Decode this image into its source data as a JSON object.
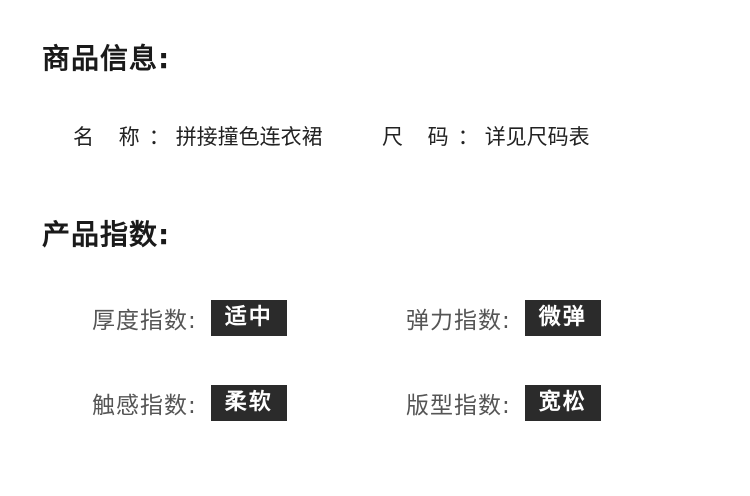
{
  "product_info": {
    "heading": "商品信息:",
    "name": {
      "label": "名 称",
      "colon": "：",
      "value": "拼接撞色连衣裙"
    },
    "size": {
      "label": "尺 码",
      "colon": "：",
      "value": "详见尺码表"
    }
  },
  "product_index": {
    "heading": "产品指数:",
    "items": [
      {
        "label": "厚度指数:",
        "value": "适中"
      },
      {
        "label": "弹力指数:",
        "value": "微弹"
      },
      {
        "label": "触感指数:",
        "value": "柔软"
      },
      {
        "label": "版型指数:",
        "value": "宽松"
      }
    ]
  }
}
